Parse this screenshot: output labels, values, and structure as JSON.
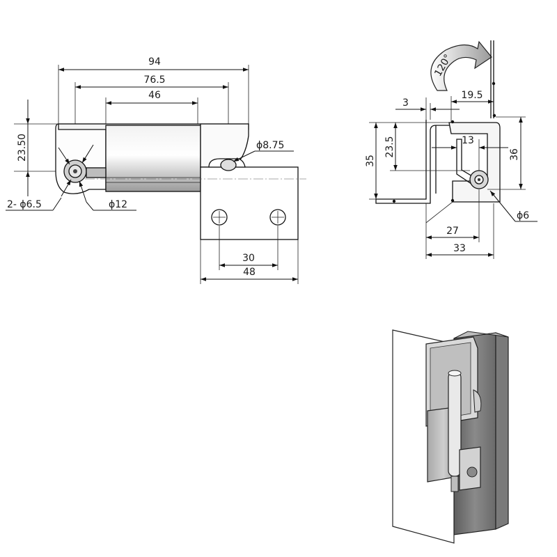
{
  "front_view": {
    "dim_94": "94",
    "dim_76_5": "76.5",
    "dim_46": "46",
    "dim_23_50": "23.50",
    "dim_2x_phi6_5": "2- ϕ6.5",
    "dim_phi12": "ϕ12",
    "dim_phi8_75": "ϕ8.75",
    "dim_30": "30",
    "dim_48": "48"
  },
  "side_view": {
    "rotation_angle": "120°",
    "dim_3": "3",
    "dim_19_5": "19.5",
    "dim_35": "35",
    "dim_23_5": "23.5",
    "dim_13": "13",
    "dim_36": "36",
    "dim_27": "27",
    "dim_33": "33",
    "dim_phi6": "ϕ6"
  },
  "iso_view": {}
}
